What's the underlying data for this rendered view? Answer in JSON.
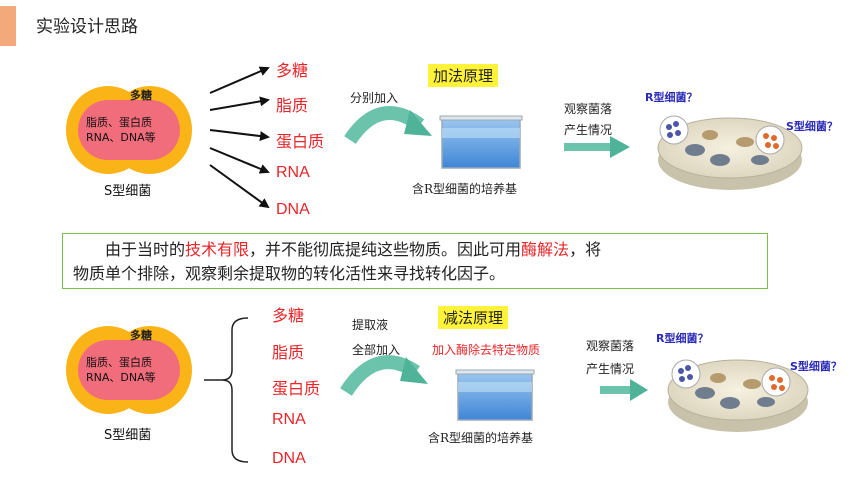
{
  "title": "实验设计思路",
  "colors": {
    "accent": "#f4a97a",
    "red": "#e8262a",
    "arrow_teal": "#4fb39a",
    "highlight": "#fff33a",
    "box_border": "#79c043",
    "label_blue": "#2b2bb8"
  },
  "top": {
    "cell": {
      "polysaccharide": "多糖",
      "components_line1": "脂质、蛋白质",
      "components_line2": "RNA、DNA等",
      "name": "S型细菌"
    },
    "molecules": [
      "多糖",
      "脂质",
      "蛋白质",
      "RNA",
      "DNA"
    ],
    "principle": "加法原理",
    "step": "分别加入",
    "medium": "含R型细菌的培养基",
    "observe_line1": "观察菌落",
    "observe_line2": "产生情况",
    "r_label": "R型细菌？",
    "s_label": "S型细菌？"
  },
  "note": {
    "line1_prefix": "由于当时的",
    "line1_hl1": "技术有限",
    "line1_mid": "，并不能彻底提纯这些物质。因此可用",
    "line1_hl2": "酶解法",
    "line1_suffix": "，将",
    "line2": "物质单个排除，观察剩余提取物的转化活性来寻找转化因子。"
  },
  "bottom": {
    "cell": {
      "polysaccharide": "多糖",
      "components_line1": "脂质、蛋白质",
      "components_line2": "RNA、DNA等",
      "name": "S型细菌"
    },
    "molecules": [
      "多糖",
      "脂质",
      "蛋白质",
      "RNA",
      "DNA"
    ],
    "principle": "减法原理",
    "step_line1": "提取液",
    "step_line2": "全部加入",
    "enzyme": "加入酶除去特定物质",
    "medium": "含R型细菌的培养基",
    "observe_line1": "观察菌落",
    "observe_line2": "产生情况",
    "r_label": "R型细菌？",
    "s_label": "S型细菌？"
  }
}
